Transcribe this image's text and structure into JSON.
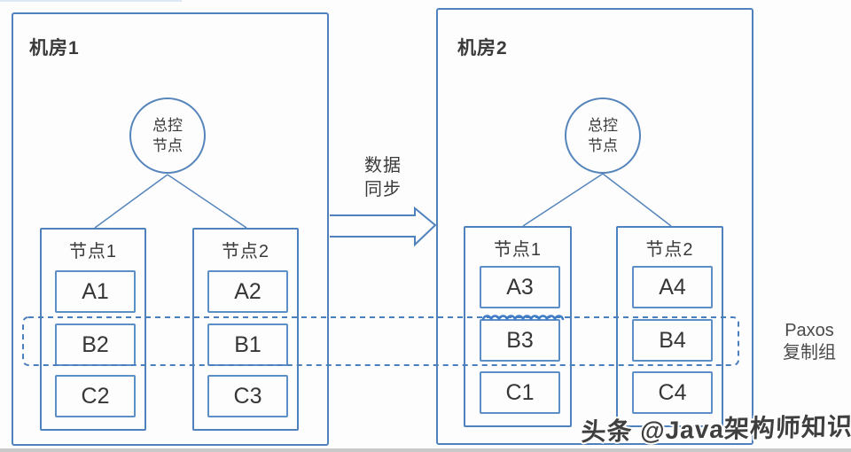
{
  "colors": {
    "accent_blue": "#4f81bd",
    "block_border_blue": "#5d8fc7",
    "dashed_blue": "#4a7ebd",
    "scallop_blue": "#3e7cc7",
    "text": "#333333",
    "watermark_text": "#3f3f3f"
  },
  "datacenter1": {
    "label": "机房1",
    "master_label": "总控\n节点",
    "nodes": [
      {
        "label": "节点1",
        "blocks": [
          "A1",
          "B2",
          "C2"
        ]
      },
      {
        "label": "节点2",
        "blocks": [
          "A2",
          "B1",
          "C3"
        ]
      }
    ]
  },
  "datacenter2": {
    "label": "机房2",
    "master_label": "总控\n节点",
    "nodes": [
      {
        "label": "节点1",
        "blocks": [
          "A3",
          "B3",
          "C1"
        ]
      },
      {
        "label": "节点2",
        "blocks": [
          "A4",
          "B4",
          "C4"
        ]
      }
    ]
  },
  "sync_arrow": {
    "label": "数据\n同步"
  },
  "paxos_group": {
    "label": "Paxos\n复制组"
  },
  "watermark": {
    "text": "头条 @Java架构师知识"
  }
}
